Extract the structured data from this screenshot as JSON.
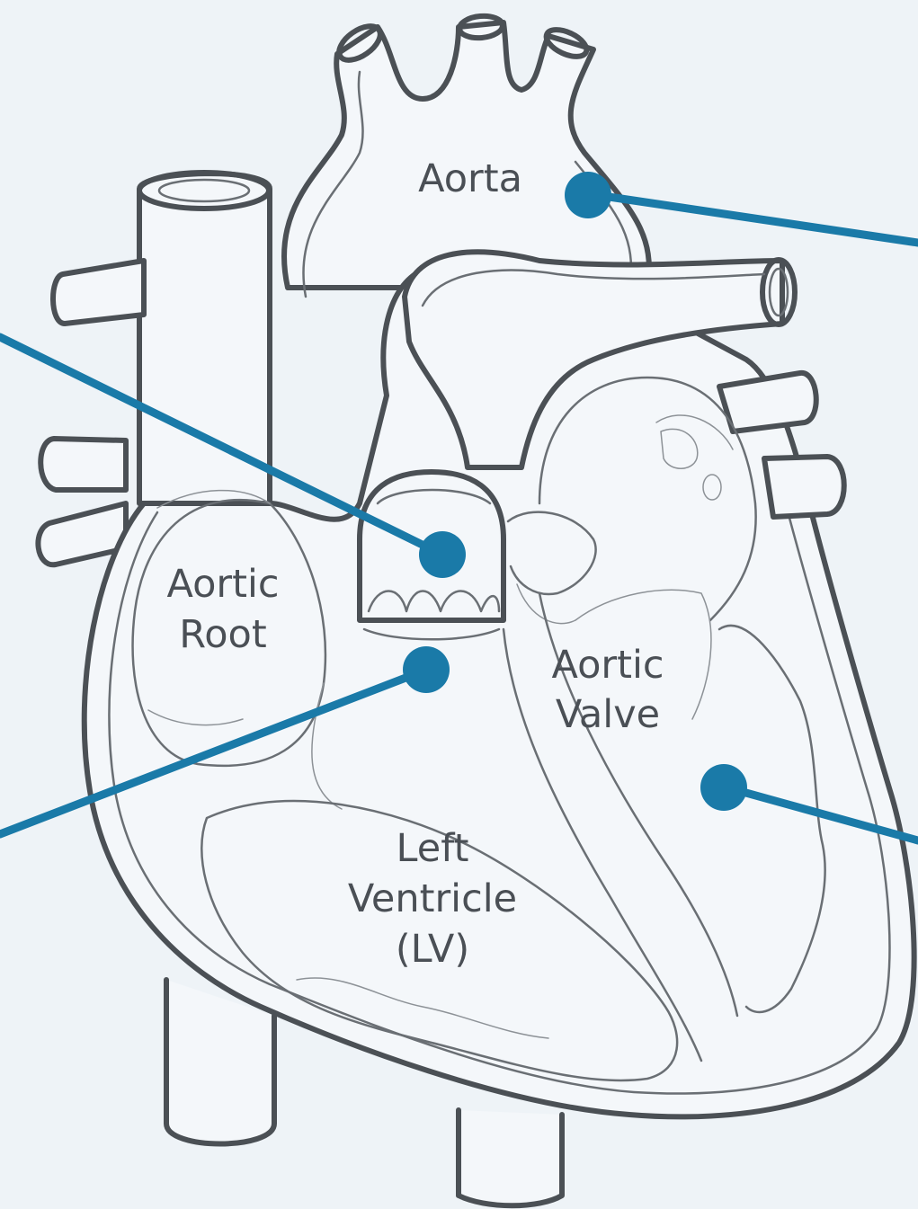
{
  "labels": {
    "aorta": "Aorta",
    "aortic_root_line1": "Aortic",
    "aortic_root_line2": "Root",
    "aortic_valve_line1": "Aortic",
    "aortic_valve_line2": "Valve",
    "lv_line1": "Left",
    "lv_line2": "Ventricle",
    "lv_line3": "(LV)"
  },
  "colors": {
    "background": "#eef3f7",
    "outline": "#4b5055",
    "callout": "#1a7aa8",
    "label_text": "#4a4f55"
  }
}
